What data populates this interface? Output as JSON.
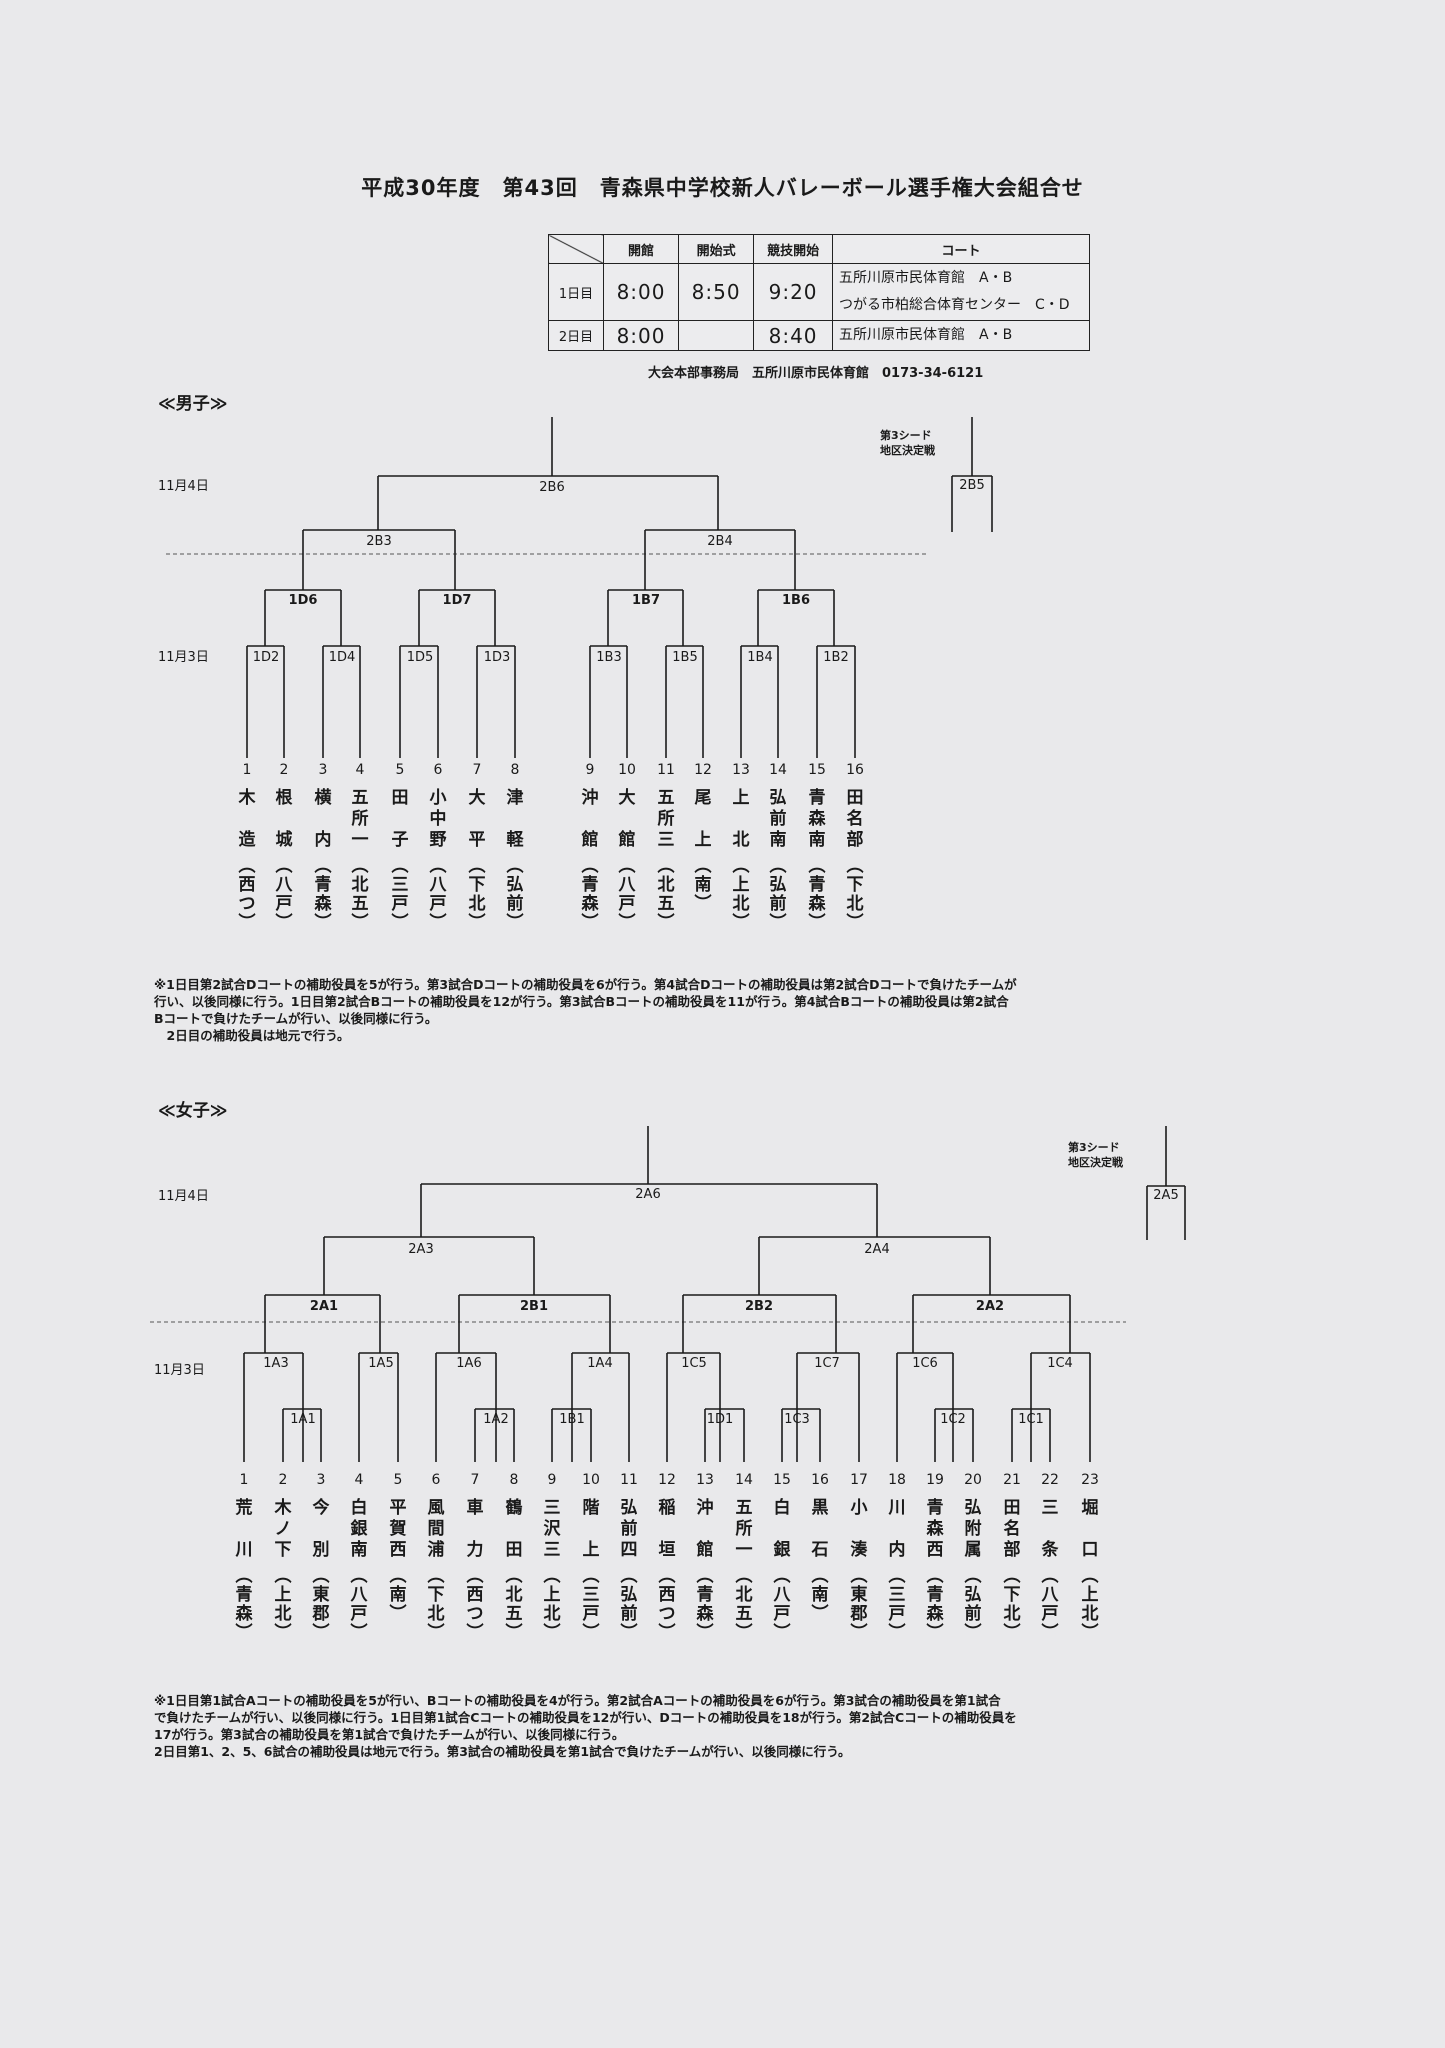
{
  "header": {
    "title": "平成30年度　第43回　青森県中学校新人バレーボール選手権大会組合せ"
  },
  "schedule": {
    "headers": [
      "開館",
      "開始式",
      "競技開始",
      "コート"
    ],
    "rows": [
      {
        "day": "1日目",
        "open": "8:00",
        "ceremony": "8:50",
        "start": "9:20",
        "courts": [
          "五所川原市民体育館　A・B",
          "つがる市柏総合体育センター　C・D"
        ]
      },
      {
        "day": "2日目",
        "open": "8:00",
        "ceremony": "",
        "start": "8:40",
        "courts": [
          "五所川原市民体育館　A・B"
        ]
      }
    ],
    "hq": "大会本部事務局　五所川原市民体育館　0173-34-6121"
  },
  "boys": {
    "label": "≪男子≫",
    "date_day2": "11月4日",
    "date_day1": "11月3日",
    "seed_note": [
      "第3シード",
      "地区決定戦"
    ],
    "teams": [
      {
        "num": "1",
        "name": "木造",
        "area": "西つ"
      },
      {
        "num": "2",
        "name": "根城",
        "area": "八戸"
      },
      {
        "num": "3",
        "name": "横内",
        "area": "青森"
      },
      {
        "num": "4",
        "name": "五所一",
        "area": "北五"
      },
      {
        "num": "5",
        "name": "田子",
        "area": "三戸"
      },
      {
        "num": "6",
        "name": "小中野",
        "area": "八戸"
      },
      {
        "num": "7",
        "name": "大平",
        "area": "下北"
      },
      {
        "num": "8",
        "name": "津軽",
        "area": "弘前"
      },
      {
        "num": "9",
        "name": "沖館",
        "area": "青森"
      },
      {
        "num": "10",
        "name": "大館",
        "area": "八戸"
      },
      {
        "num": "11",
        "name": "五所三",
        "area": "北五"
      },
      {
        "num": "12",
        "name": "尾上",
        "area": "南"
      },
      {
        "num": "13",
        "name": "上北",
        "area": "上北"
      },
      {
        "num": "14",
        "name": "弘前南",
        "area": "弘前"
      },
      {
        "num": "15",
        "name": "青森南",
        "area": "青森"
      },
      {
        "num": "16",
        "name": "田名部",
        "area": "下北"
      }
    ],
    "matches": {
      "final": "2B6",
      "semi_left": "2B3",
      "semi_right": "2B4",
      "seed": "2B5",
      "q1": "1D6",
      "q2": "1D7",
      "q3": "1B7",
      "q4": "1B6",
      "r1": "1D2",
      "r2": "1D4",
      "r3": "1D5",
      "r4": "1D3",
      "r5": "1B3",
      "r6": "1B5",
      "r7": "1B4",
      "r8": "1B2"
    },
    "notes": [
      "※1日目第2試合Dコートの補助役員を5が行う。第3試合Dコートの補助役員を6が行う。第4試合Dコートの補助役員は第2試合Dコートで負けたチームが",
      "行い、以後同様に行う。1日目第2試合Bコートの補助役員を12が行う。第3試合Bコートの補助役員を11が行う。第4試合Bコートの補助役員は第2試合",
      "Bコートで負けたチームが行い、以後同様に行う。",
      "　2日目の補助役員は地元で行う。"
    ]
  },
  "girls": {
    "label": "≪女子≫",
    "date_day2": "11月4日",
    "date_day1": "11月3日",
    "seed_note": [
      "第3シード",
      "地区決定戦"
    ],
    "teams": [
      {
        "num": "1",
        "name": "荒川",
        "area": "青森"
      },
      {
        "num": "2",
        "name": "木ノ下",
        "area": "上北"
      },
      {
        "num": "3",
        "name": "今別",
        "area": "東郡"
      },
      {
        "num": "4",
        "name": "白銀南",
        "area": "八戸"
      },
      {
        "num": "5",
        "name": "平賀西",
        "area": "南"
      },
      {
        "num": "6",
        "name": "風間浦",
        "area": "下北"
      },
      {
        "num": "7",
        "name": "車力",
        "area": "西つ"
      },
      {
        "num": "8",
        "name": "鶴田",
        "area": "北五"
      },
      {
        "num": "9",
        "name": "三沢三",
        "area": "上北"
      },
      {
        "num": "10",
        "name": "階上",
        "area": "三戸"
      },
      {
        "num": "11",
        "name": "弘前四",
        "area": "弘前"
      },
      {
        "num": "12",
        "name": "稲垣",
        "area": "西つ"
      },
      {
        "num": "13",
        "name": "沖館",
        "area": "青森"
      },
      {
        "num": "14",
        "name": "五所一",
        "area": "北五"
      },
      {
        "num": "15",
        "name": "白銀",
        "area": "八戸"
      },
      {
        "num": "16",
        "name": "黒石",
        "area": "南"
      },
      {
        "num": "17",
        "name": "小湊",
        "area": "東郡"
      },
      {
        "num": "18",
        "name": "川内",
        "area": "三戸"
      },
      {
        "num": "19",
        "name": "青森西",
        "area": "青森"
      },
      {
        "num": "20",
        "name": "弘附属",
        "area": "弘前"
      },
      {
        "num": "21",
        "name": "田名部",
        "area": "下北"
      },
      {
        "num": "22",
        "name": "三条",
        "area": "八戸"
      },
      {
        "num": "23",
        "name": "堀口",
        "area": "上北"
      }
    ],
    "matches": {
      "final": "2A6",
      "semi_left": "2A3",
      "semi_right": "2A4",
      "seed": "2A5",
      "q1": "2A1",
      "q2": "2B1",
      "q3": "2B2",
      "q4": "2A2",
      "r1": "1A3",
      "r2": "1A5",
      "r3": "1A6",
      "r4": "1A4",
      "r5": "1C5",
      "r6": "1C7",
      "r7": "1C6",
      "r8": "1C4",
      "p1": "1A1",
      "p2": "1A2",
      "p3": "1B1",
      "p4": "1D1",
      "p5": "1C3",
      "p6": "1C2",
      "p7": "1C1"
    },
    "notes": [
      "※1日目第1試合Aコートの補助役員を5が行い、Bコートの補助役員を4が行う。第2試合Aコートの補助役員を6が行う。第3試合の補助役員を第1試合",
      "で負けたチームが行い、以後同様に行う。1日目第1試合Cコートの補助役員を12が行い、Dコートの補助役員を18が行う。第2試合Cコートの補助役員を",
      "17が行う。第3試合の補助役員を第1試合で負けたチームが行い、以後同様に行う。",
      "2日目第1、2、5、6試合の補助役員は地元で行う。第3試合の補助役員を第1試合で負けたチームが行い、以後同様に行う。"
    ]
  }
}
